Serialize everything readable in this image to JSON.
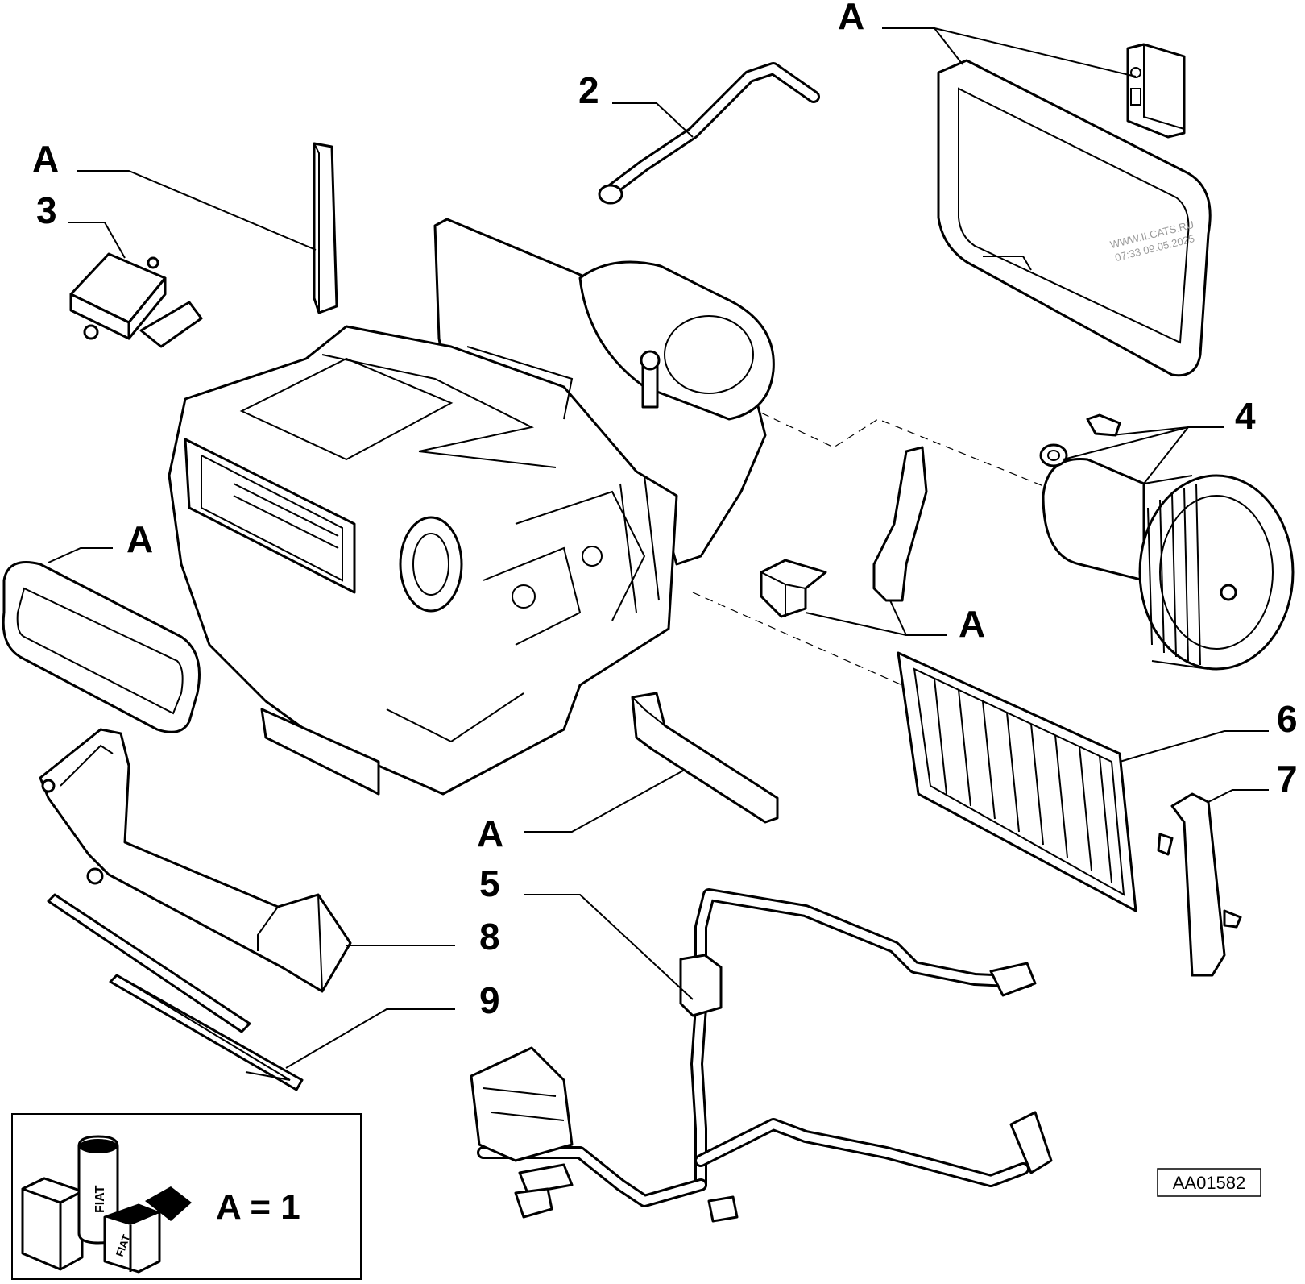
{
  "labels": {
    "a_top_right": "A",
    "a_top_left": "A",
    "a_left": "A",
    "a_right_mid": "A",
    "a_bottom_mid": "A",
    "n2": "2",
    "n3": "3",
    "n4": "4",
    "n5": "5",
    "n6": "6",
    "n7": "7",
    "n8": "8",
    "n9": "9"
  },
  "legend": {
    "text": "A = 1",
    "can_brand": "FIAT",
    "box_brand": "FIAT"
  },
  "drawing_code": "AA01582",
  "watermark": {
    "line1": "WWW.ILCATS.RU",
    "line2": "07:33 09.05.2025"
  }
}
